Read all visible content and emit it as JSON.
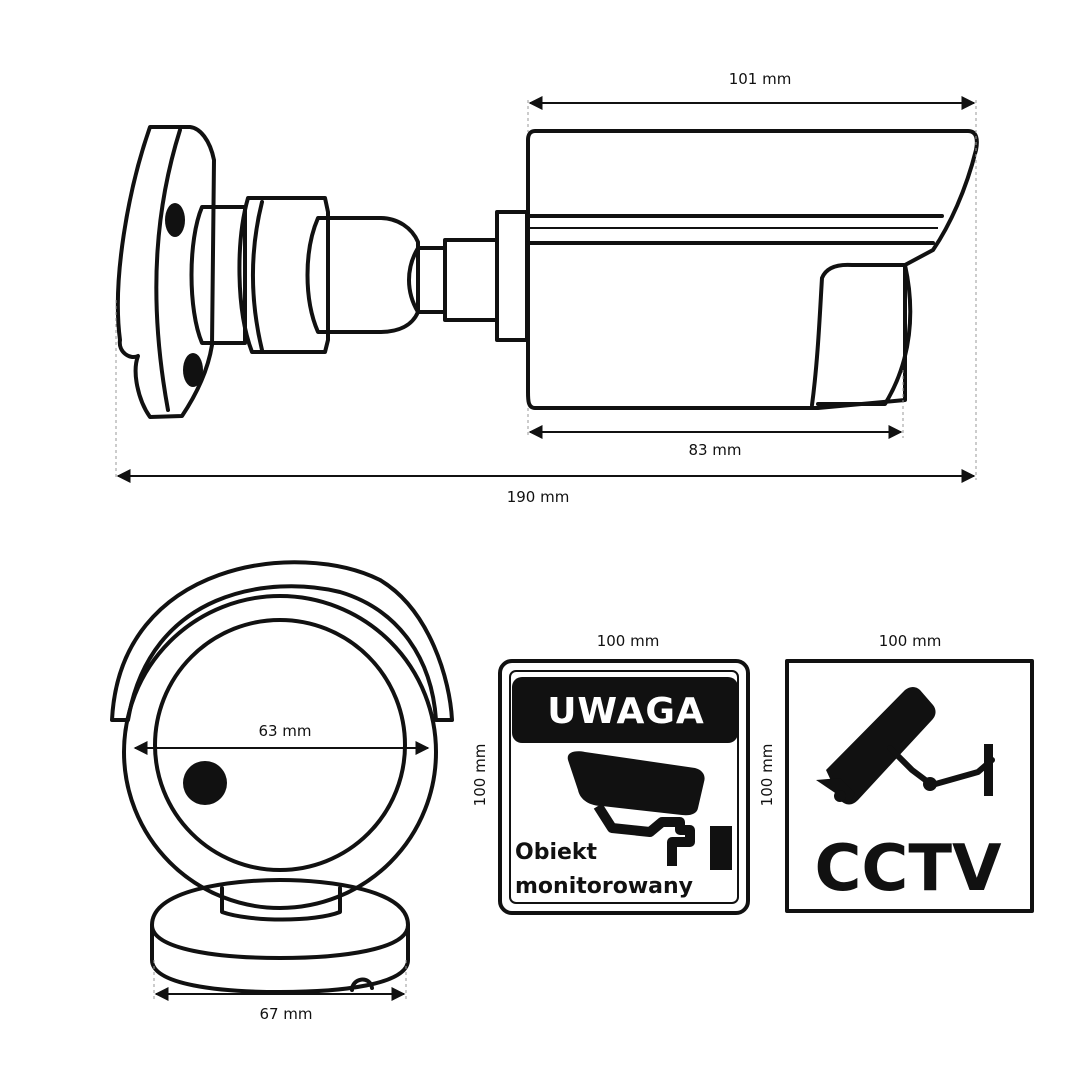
{
  "side_view": {
    "dim_length_total": "190 mm",
    "dim_housing_length": "101 mm",
    "dim_body_length": "83 mm"
  },
  "front_view": {
    "dim_lens_diameter": "63 mm",
    "dim_base_diameter": "67 mm"
  },
  "sign_uwaga": {
    "width_label": "100 mm",
    "height_label": "100 mm",
    "title": "UWAGA",
    "line1": "Obiekt",
    "line2": "monitorowany",
    "icon": "security-camera-icon"
  },
  "sign_cctv": {
    "width_label": "100 mm",
    "height_label": "100 mm",
    "text": "CCTV",
    "icon": "security-camera-icon"
  }
}
